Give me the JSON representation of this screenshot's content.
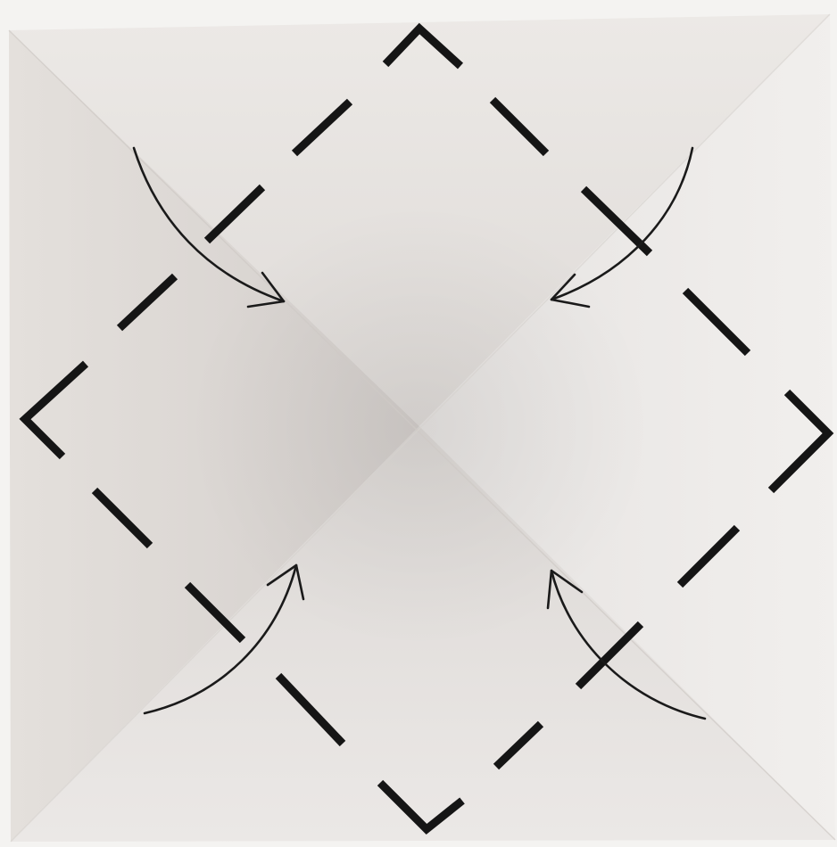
{
  "diagram": {
    "subject": "origami-square-sheet",
    "paper_color": "#e9e6e3",
    "background_color": "#f4f3f1",
    "line_color": "#151515",
    "fold_marks": [
      {
        "name": "valley-fold-top-left",
        "style": "dashed"
      },
      {
        "name": "valley-fold-top-right",
        "style": "dashed"
      },
      {
        "name": "valley-fold-bottom-right",
        "style": "dashed"
      },
      {
        "name": "valley-fold-bottom-left",
        "style": "dashed"
      }
    ],
    "arrows": [
      {
        "name": "fold-arrow-top-left",
        "direction": "corner-to-center"
      },
      {
        "name": "fold-arrow-top-right",
        "direction": "corner-to-center"
      },
      {
        "name": "fold-arrow-bottom-left",
        "direction": "corner-to-center"
      },
      {
        "name": "fold-arrow-bottom-right",
        "direction": "corner-to-center"
      }
    ]
  }
}
